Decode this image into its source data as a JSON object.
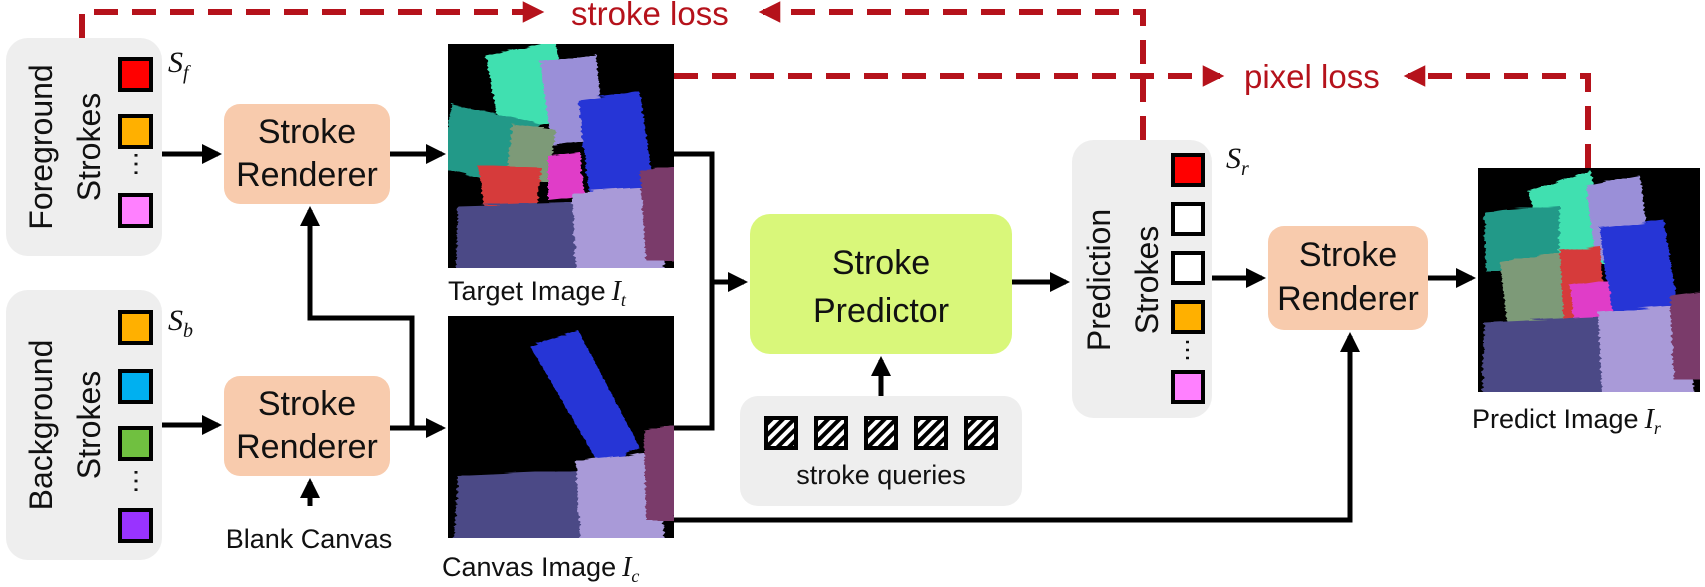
{
  "colors": {
    "loss": "#b5121b",
    "renderer_fill": "#f8cbad",
    "predictor_fill": "#d9f77a",
    "panel_fill": "#eeeeee",
    "swatch_red": "#ff0000",
    "swatch_orange": "#ffb000",
    "swatch_pink": "#ff80ff",
    "swatch_blue": "#00b0f0",
    "swatch_green": "#70c040",
    "swatch_purple": "#9933ff",
    "swatch_empty": "#ffffff"
  },
  "losses": {
    "stroke": "stroke loss",
    "pixel": "pixel loss"
  },
  "foreground": {
    "line1": "Foreground",
    "line2": "Strokes",
    "symbol": "S",
    "subscript": "f",
    "dots": "⋯",
    "swatches": [
      "swatch_red",
      "swatch_orange",
      "swatch_pink"
    ]
  },
  "background": {
    "line1": "Background",
    "line2": "Strokes",
    "symbol": "S",
    "subscript": "b",
    "dots": "⋯",
    "swatches": [
      "swatch_orange",
      "swatch_blue",
      "swatch_green",
      "swatch_purple"
    ]
  },
  "renderer": {
    "line1": "Stroke",
    "line2": "Renderer"
  },
  "blank_canvas": "Blank Canvas",
  "target_image": {
    "label": "Target Image",
    "symbol": "I",
    "subscript": "t"
  },
  "canvas_image": {
    "label": "Canvas Image",
    "symbol": "I",
    "subscript": "c"
  },
  "predictor": {
    "line1": "Stroke",
    "line2": "Predictor"
  },
  "stroke_queries": {
    "label": "stroke queries",
    "count": 5
  },
  "prediction": {
    "line1": "Prediction",
    "line2": "Strokes",
    "symbol": "S",
    "subscript": "r",
    "dots": "⋯",
    "swatches": [
      "swatch_red",
      "swatch_empty",
      "swatch_empty",
      "swatch_orange",
      "swatch_pink"
    ]
  },
  "predict_image": {
    "label": "Predict Image",
    "symbol": "I",
    "subscript": "r"
  }
}
